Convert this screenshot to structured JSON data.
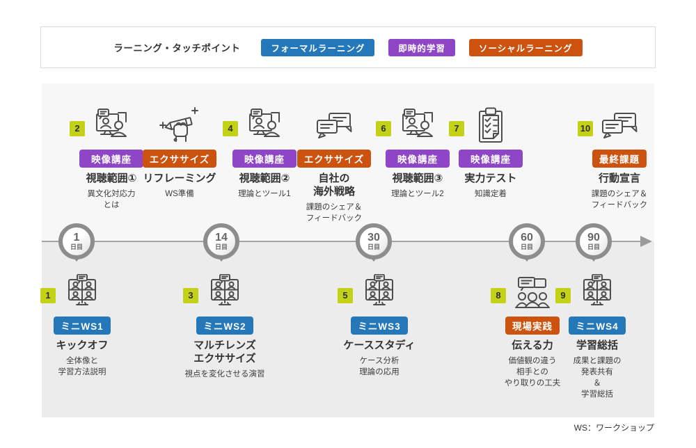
{
  "header": {
    "title": "ラーニング・タッチポイント",
    "legend": [
      {
        "label": "フォーマルラーニング",
        "color": "#2478ba"
      },
      {
        "label": "即時的学習",
        "color": "#8f46c6"
      },
      {
        "label": "ソーシャルラーニング",
        "color": "#cb530f"
      }
    ]
  },
  "colors": {
    "formal_blue": "#2478ba",
    "instant_purple": "#8f46c6",
    "social_orange": "#cb530f",
    "number_chip_green": "#c3d117",
    "panel_top_bg": "#f7f7f7",
    "panel_bottom_bg": "#ececec"
  },
  "timeline": {
    "milestones": [
      {
        "number": "1",
        "unit": "日目"
      },
      {
        "number": "14",
        "unit": "日目"
      },
      {
        "number": "30",
        "unit": "日目"
      },
      {
        "number": "60",
        "unit": "日目"
      },
      {
        "number": "90",
        "unit": "日目"
      }
    ]
  },
  "top_items": [
    {
      "num": "2",
      "badge": "映像講座",
      "icon": "video-lecture-icon",
      "title": "視聴範囲①",
      "desc": "異文化対応力\nとは"
    },
    {
      "badge": "エクササイズ",
      "icon": "hand-pencil-icon",
      "title": "リフレーミング",
      "desc": "WS準備"
    },
    {
      "num": "4",
      "badge": "映像講座",
      "icon": "video-lecture-icon",
      "title": "視聴範囲②",
      "desc": "理論とツール1"
    },
    {
      "badge": "エクササイズ",
      "icon": "chat-bubbles-icon",
      "title": "自社の\n海外戦略",
      "desc": "課題のシェア＆\nフィードバック"
    },
    {
      "num": "6",
      "badge": "映像講座",
      "icon": "video-lecture-icon",
      "title": "視聴範囲③",
      "desc": "理論とツール2"
    },
    {
      "num": "7",
      "badge": "映像講座",
      "icon": "clipboard-check-icon",
      "title": "実力テスト",
      "desc": "知識定着"
    },
    {
      "num": "10",
      "badge": "最終課題",
      "icon": "chat-bubbles-icon",
      "title": "行動宣言",
      "desc": "課題のシェア＆\nフィードバック"
    }
  ],
  "bottom_items": [
    {
      "num": "1",
      "badge": "ミニWS1",
      "icon": "video-conference-icon",
      "title": "キックオフ",
      "desc": "全体像と\n学習方法説明"
    },
    {
      "num": "3",
      "badge": "ミニWS2",
      "icon": "video-conference-icon",
      "title": "マルチレンズ\nエクササイズ",
      "desc": "視点を変化させる演習"
    },
    {
      "num": "5",
      "badge": "ミニWS3",
      "icon": "video-conference-icon",
      "title": "ケーススタディ",
      "desc": "ケース分析\n理論の応用"
    },
    {
      "num": "8",
      "badge": "現場実践",
      "icon": "group-discussion-icon",
      "title": "伝える力",
      "desc": "価値観の違う\n相手との\nやり取りの工夫"
    },
    {
      "num": "9",
      "badge": "ミニWS4",
      "icon": "video-conference-icon",
      "title": "学習総括",
      "desc": "成果と課題の\n発表共有\n＆\n学習総括"
    }
  ],
  "footnote": "WS：ワークショップ"
}
